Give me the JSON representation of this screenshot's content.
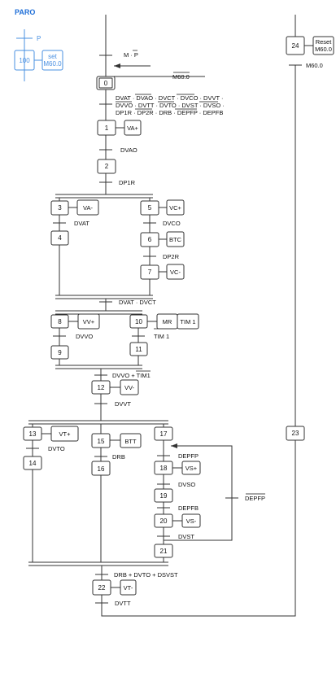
{
  "title": "PARO",
  "legend": {
    "p_label": "P",
    "step": "100",
    "action_line1": "set",
    "action_line2": "M60.0"
  },
  "colors": {
    "legend": "#4a90e2",
    "title": "#1f6fd8",
    "line": "#333333"
  },
  "emergency": {
    "step": "24",
    "action_line1": "Reset",
    "action_line2": "M60.0",
    "condition": "M60.0"
  },
  "initial": {
    "step": "0",
    "entry_condition": "M · P",
    "return_condition": "M60.0",
    "start_condition_line1": "DVAT · DVAO · DVCT · DVCO · DVVT ·",
    "start_condition_line2": "DVVO · DVTT · DVTO · DVST · DVSO ·",
    "start_condition_line3": "DP1R · DP2R · DRB · DEPFP · DEPFB"
  },
  "sequence_a": {
    "step1": "1",
    "action1": "VA+",
    "cond1": "DVAO",
    "step2": "2",
    "cond2": "DP1R"
  },
  "branch_b_left": {
    "step3": "3",
    "action3": "VA-",
    "cond3": "DVAT",
    "step4": "4"
  },
  "branch_b_right": {
    "step5": "5",
    "action5": "VC+",
    "cond5": "DVCO",
    "step6": "6",
    "action6": "BTC",
    "cond6": "DP2R",
    "step7": "7",
    "action7": "VC-"
  },
  "join_b_condition": "DVAT · DVCT",
  "branch_c_left": {
    "step8": "8",
    "action8": "VV+",
    "cond8": "DVVO",
    "step9": "9"
  },
  "branch_c_right": {
    "step10": "10",
    "action10a": "MR",
    "action10b": "TIM 1",
    "cond10": "TIM 1",
    "step11": "11"
  },
  "join_c_condition": "DVVO + TIM1",
  "step12": {
    "step": "12",
    "action": "VV-",
    "cond": "DVVT"
  },
  "branch_d1": {
    "step13": "13",
    "action13": "VT+",
    "cond13": "DVTO",
    "step14": "14"
  },
  "branch_d2": {
    "step15": "15",
    "action15": "BTT",
    "cond15": "DRB",
    "step16": "16"
  },
  "branch_d3": {
    "step17": "17",
    "cond17": "DEPFP",
    "step18": "18",
    "action18": "VS+",
    "cond18": "DVSO",
    "step19": "19",
    "cond19": "DEPFB",
    "step20": "20",
    "action20": "VS-",
    "cond20": "DVST",
    "step21": "21",
    "loop_condition": "DEPFP"
  },
  "step23": "23",
  "join_d_condition": "DRB + DVTO + DSVST",
  "step22": {
    "step": "22",
    "action": "VT-",
    "cond": "DVTT"
  }
}
